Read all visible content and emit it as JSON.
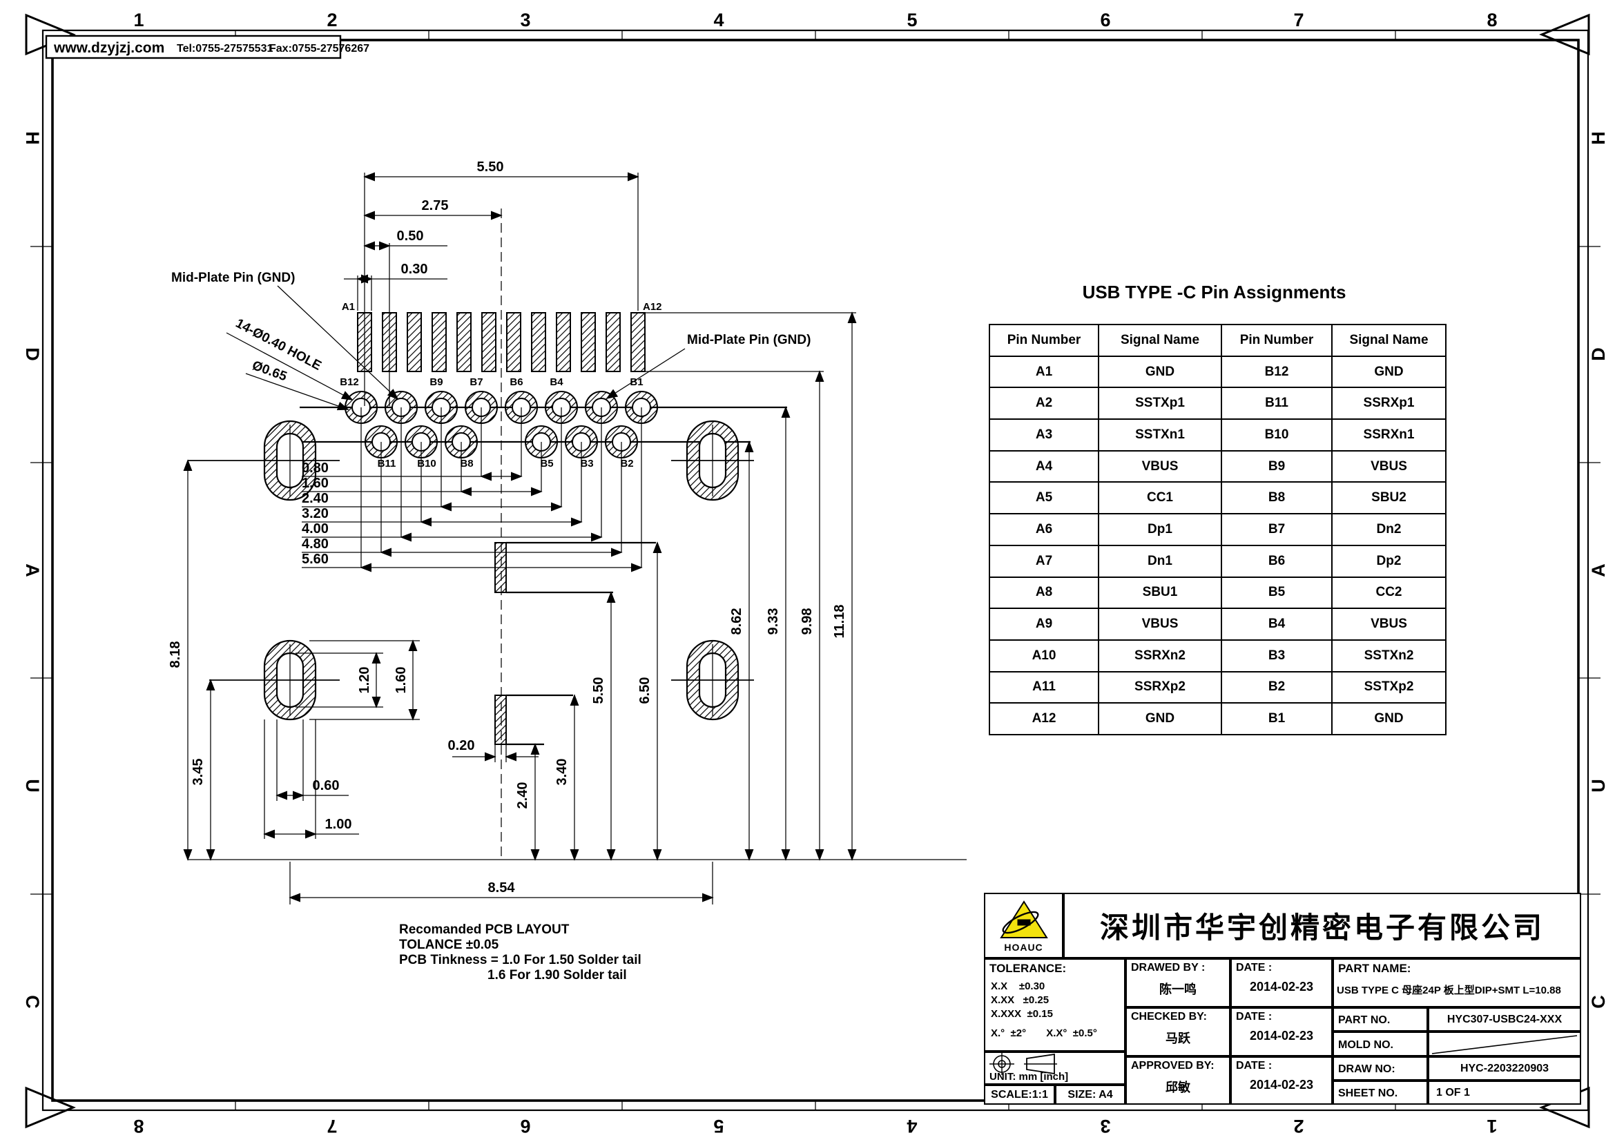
{
  "frame": {
    "top_numbers": [
      "1",
      "2",
      "3",
      "4",
      "5",
      "6",
      "7",
      "8"
    ],
    "bottom_numbers": [
      "8",
      "7",
      "6",
      "5",
      "4",
      "3",
      "2",
      "1"
    ],
    "left_letters": [
      "H",
      "D",
      "A",
      "U",
      "C"
    ],
    "right_letters": [
      "H",
      "D",
      "A",
      "U",
      "C"
    ]
  },
  "header": {
    "website": "www.dzyjzj.com",
    "tel": "Tel:0755-27575531",
    "fax": "Fax:0755-27576267"
  },
  "pin_table": {
    "title": "USB TYPE -C Pin Assignments",
    "headers": [
      "Pin Number",
      "Signal Name",
      "Pin Number",
      "Signal Name"
    ],
    "rows": [
      [
        "A1",
        "GND",
        "B12",
        "GND"
      ],
      [
        "A2",
        "SSTXp1",
        "B11",
        "SSRXp1"
      ],
      [
        "A3",
        "SSTXn1",
        "B10",
        "SSRXn1"
      ],
      [
        "A4",
        "VBUS",
        "B9",
        "VBUS"
      ],
      [
        "A5",
        "CC1",
        "B8",
        "SBU2"
      ],
      [
        "A6",
        "Dp1",
        "B7",
        "Dn2"
      ],
      [
        "A7",
        "Dn1",
        "B6",
        "Dp2"
      ],
      [
        "A8",
        "SBU1",
        "B5",
        "CC2"
      ],
      [
        "A9",
        "VBUS",
        "B4",
        "VBUS"
      ],
      [
        "A10",
        "SSRXn2",
        "B3",
        "SSTXn2"
      ],
      [
        "A11",
        "SSRXp2",
        "B2",
        "SSTXp2"
      ],
      [
        "A12",
        "GND",
        "B1",
        "GND"
      ]
    ]
  },
  "drawing": {
    "labels": {
      "a1": "A1",
      "a12": "A12",
      "mid_plate_left": "Mid-Plate Pin (GND)",
      "mid_plate_right": "Mid-Plate Pin (GND)",
      "hole_note": "14-Ø0.40 HOLE",
      "dia_note": "Ø0.65"
    },
    "top_hole_labels": [
      "B12",
      "B9",
      "B7",
      "B6",
      "B4",
      "B1"
    ],
    "bottom_hole_labels": [
      "B11",
      "B10",
      "B8",
      "B5",
      "B3",
      "B2"
    ],
    "top_dims": [
      "5.50",
      "2.75",
      "0.50",
      "0.30"
    ],
    "stack_dims": [
      "0.80",
      "1.60",
      "2.40",
      "3.20",
      "4.00",
      "4.80",
      "5.60"
    ],
    "right_dims": [
      "8.62",
      "9.33",
      "9.98",
      "11.18"
    ],
    "center_dims": {
      "d020": "0.20",
      "d240": "2.40",
      "d340": "3.40",
      "d550": "5.50",
      "d650": "6.50"
    },
    "left_dims": {
      "d818": "8.18",
      "d345": "3.45"
    },
    "oval_dims": {
      "d120": "1.20",
      "d160": "1.60",
      "d060": "0.60",
      "d100": "1.00"
    },
    "bottom_dim": "8.54"
  },
  "notes": {
    "line1": "Recomanded PCB LAYOUT",
    "line2": "TOLANCE ±0.05",
    "line3": "PCB Tinkness = 1.0 For 1.50 Solder tail",
    "line4": "1.6 For 1.90 Solder tail"
  },
  "title_block": {
    "company": "深圳市华宇创精密电子有限公司",
    "logo_text": "HOAUC",
    "tolerance_label": "TOLERANCE:",
    "tol_line1": "X.X    ±0.30",
    "tol_line2": "X.XX   ±0.25",
    "tol_line3": "X.XXX  ±0.15",
    "tol_angles": "X.°  ±2°       X.X°  ±0.5°",
    "unit_label": "UNIT:  mm  [inch]",
    "scale_label": "SCALE:1:1",
    "size_label": "SIZE:  A4",
    "drawed_by_label": "DRAWED BY :",
    "drawed_by": "陈一鸣",
    "date_label1": "DATE :",
    "date1": "2014-02-23",
    "checked_by_label": "CHECKED BY:",
    "checked_by": "马跃",
    "date_label2": "DATE :",
    "date2": "2014-02-23",
    "approved_by_label": "APPROVED BY:",
    "approved_by": "邱敏",
    "date_label3": "DATE :",
    "date3": "2014-02-23",
    "part_name_label": "PART NAME:",
    "part_name": "USB TYPE C 母座24P 板上型DIP+SMT L=10.88",
    "part_no_label": "PART NO.",
    "part_no": "HYC307-USBC24-XXX",
    "mold_no_label": "MOLD NO.",
    "draw_no_label": "DRAW NO:",
    "draw_no": "HYC-2203220903",
    "sheet_no_label": "SHEET NO.",
    "sheet_no": "1 OF 1"
  }
}
